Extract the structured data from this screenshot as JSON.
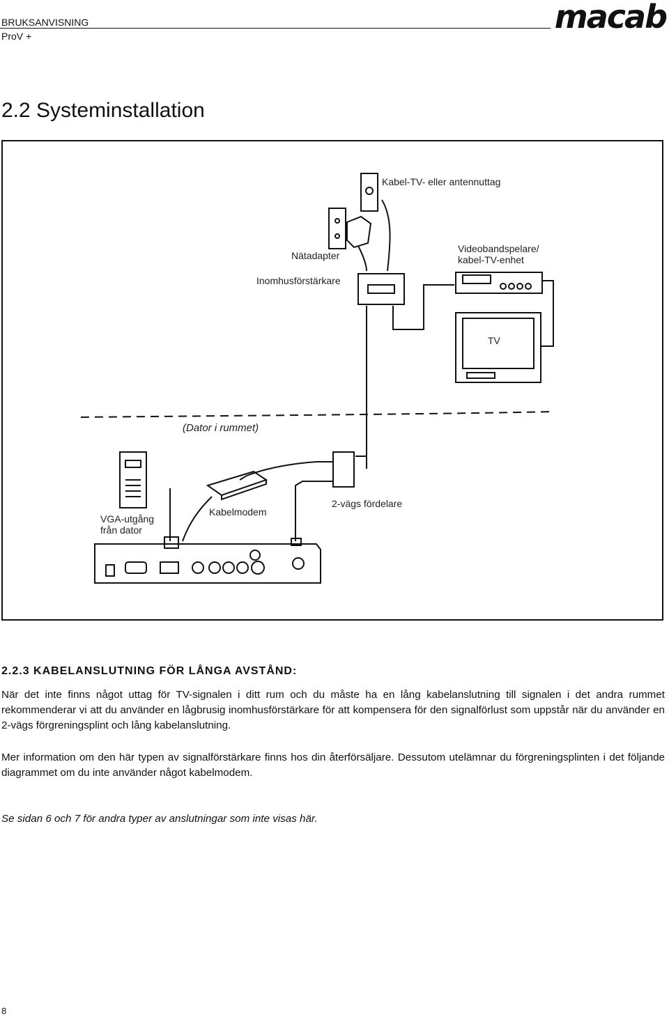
{
  "header": {
    "doc_label": "BRUKSANVISNING",
    "model": "ProV +",
    "logo_text": "macab"
  },
  "section_title": "2.2 Systeminstallation",
  "diagram": {
    "labels": {
      "wall_outlet": "Kabel-TV- eller antennuttag",
      "power_adapter": "Nätadapter",
      "vcr": "Videobandspelare/",
      "vcr_line2": "kabel-TV-enhet",
      "amplifier": "Inomhusförstärkare",
      "tv": "TV",
      "room_divider": "(Dator i rummet)",
      "vga": "VGA-utgång",
      "vga_line2": "från dator",
      "modem": "Kabelmodem",
      "splitter": "2-vägs fördelare"
    }
  },
  "subsection": {
    "title": "2.2.3 KABELANSLUTNING FÖR LÅNGA AVSTÅND:",
    "paragraph1": "När det inte finns något uttag för TV-signalen i ditt rum och du måste ha en lång kabelanslutning till signalen i det andra rummet rekommenderar vi att du använder en lågbrusig inomhusförstärkare för att kompensera för den signalförlust som uppstår när du använder en 2-vägs förgreningsplint och lång kabelanslutning.",
    "paragraph2": "Mer information om den här typen av signalförstärkare finns hos din återförsäljare. Dessutom utelämnar du förgreningsplinten i det följande diagrammet om du inte använder något kabelmodem.",
    "note": "Se sidan 6 och 7 för andra typer av anslutningar som inte visas här."
  },
  "page_number": "8"
}
